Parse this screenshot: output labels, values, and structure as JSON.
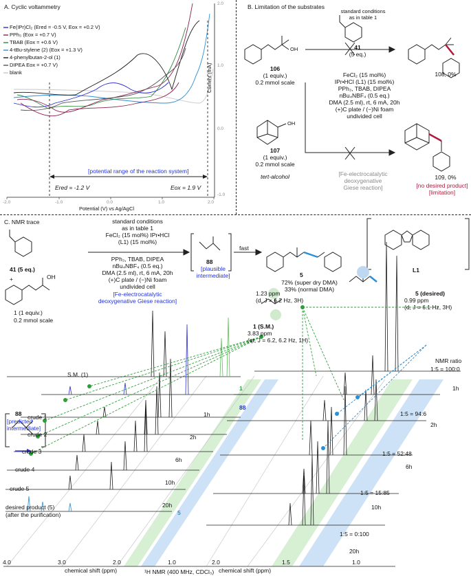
{
  "panelA": {
    "title": "A. Cyclic voltammetry",
    "legend": [
      {
        "label": "Fe(IPr)Cl₂ (Ered = -0.5 V, Eox = +0.2 V)",
        "color": "#2b2bd6"
      },
      {
        "label": "PPh₃ (Eox = +0.7 V)",
        "color": "#8b1e4f"
      },
      {
        "label": "TBAB (Eox = +0.6 V)",
        "color": "#2e8b3a"
      },
      {
        "label": "4-tBu-stylene (2) (Eox = +1.3 V)",
        "color": "#2a8fd6"
      },
      {
        "label": "4-phenylbutan-2-ol (1)",
        "color": "#1a1a1a"
      },
      {
        "label": "DIPEA  Eox = +0.7 V)",
        "color": "#555555"
      },
      {
        "label": "blank",
        "color": "#c8c8c8"
      }
    ],
    "xlabel": "Potential (V) vs Ag/AgCl",
    "ylabel": "Current (mA)",
    "xticks": [
      "-2.0",
      "-1.0",
      "0.0",
      "1.0",
      "2.0"
    ],
    "yticks": [
      "2.0",
      "1.0",
      "0.0",
      "-1.0"
    ],
    "range_label": "[potential range of the reaction system]",
    "ered_label": "Ered = -1.2 V",
    "eox_label": "Eox = 1.9 V"
  },
  "panelB": {
    "title": "B. Limitation of the substrates",
    "conditions_top": [
      "standard conditions",
      "as in table 1"
    ],
    "sm106": {
      "num": "106",
      "eq": "(1 equiv.)",
      "scale": "0.2 mmol scale"
    },
    "sm107": {
      "num": "107",
      "eq": "(1 equiv.)",
      "scale": "0.2 mmol scale"
    },
    "reagent41": {
      "num": "41",
      "eq": "(5 eq.)"
    },
    "conditions": [
      "FeCl₂ (15 mol%)",
      "IPr•HCl (L1) (15 mol%)",
      "PPh₃, TBAB, DIPEA",
      "nBu₄NBF₄ (0.5 eq.)",
      "DMA (2.5 ml), rt, 6 mA, 20h",
      "(+)C plate / (−)Ni foam",
      "undivided cell"
    ],
    "alcohol_label": "tert-alcohol",
    "bracket_label": [
      "[Fe-electrocatalytic",
      "deoxygenative",
      "Giese reaction]"
    ],
    "p108": "108, 0%",
    "p109": "109, 0%",
    "no_product": [
      "[no desired product]",
      "[limitation]"
    ],
    "oh": "OH"
  },
  "panelC": {
    "title": "C. NMR trace",
    "reagent41": "41 (5 eq.)",
    "plus": "+",
    "sm1": "1 (1 equiv.)",
    "sm1_scale": "0.2 mmol scale",
    "conditions": [
      "standard conditions",
      "as in table 1",
      "FeCl₂ (15 mol%) IPr•HCl",
      "(L1) (15 mol%)",
      "PPh₃, TBAB, DIPEA",
      "nBu₄NBF₄ (0.5 eq.)",
      "DMA (2.5 ml), rt, 6 mA, 20h",
      "(+)C plate / (−)Ni foam",
      "undivided cell"
    ],
    "giese": [
      "[Fe-electrocatalytic",
      "deoxygenative Giese reaction]"
    ],
    "int88": "88",
    "int88_label": [
      "[plausible",
      "intermediate]"
    ],
    "fast": "fast",
    "p5": "5",
    "p5_yield": [
      "72% (super dry DMA)",
      "33% (normal DMA)"
    ],
    "L1": "L1",
    "sm_shift1": [
      "1.23 ppm",
      "(d, J = 6.2 Hz, 3H)"
    ],
    "sm_label": "1 (S.M.)",
    "sm_shift2": [
      "3.83 ppm",
      "(qt, J = 6.2, 6.2 Hz, 1H)"
    ],
    "p5_label": "5 (desired)",
    "p5_shift": [
      "0.99 ppm",
      "(d, J = 6.1 Hz, 3H)"
    ],
    "predicted": [
      "[predicted",
      "intermediate]"
    ],
    "traces": [
      "S.M. (1)",
      "crude 1",
      "crude 2",
      "crude 3",
      "crude 4",
      "crude 5",
      "desired product (5)",
      "(after the purification)"
    ],
    "right_tags": [
      "1",
      "88",
      "5"
    ],
    "times_left": [
      "1h",
      "2h",
      "6h",
      "10h",
      "20h"
    ],
    "times_right": [
      "1h",
      "2h",
      "6h",
      "10h",
      "20h"
    ],
    "ratio_header": "NMR ratio",
    "ratios": [
      "1:5 = 100:0",
      "1:5 = 94:6",
      "1:5 = 52:48",
      "1:5 = 15:85",
      "1:5 = 0:100"
    ],
    "xticks_left": [
      "4.0",
      "3.0",
      "2.0",
      "1.0"
    ],
    "xticks_right": [
      "2.0",
      "1.5",
      "1.0"
    ],
    "xlabel": "chemical shift (ppm)",
    "nmr_label": "¹H NMR (400 MHz, CDCl₃)"
  }
}
